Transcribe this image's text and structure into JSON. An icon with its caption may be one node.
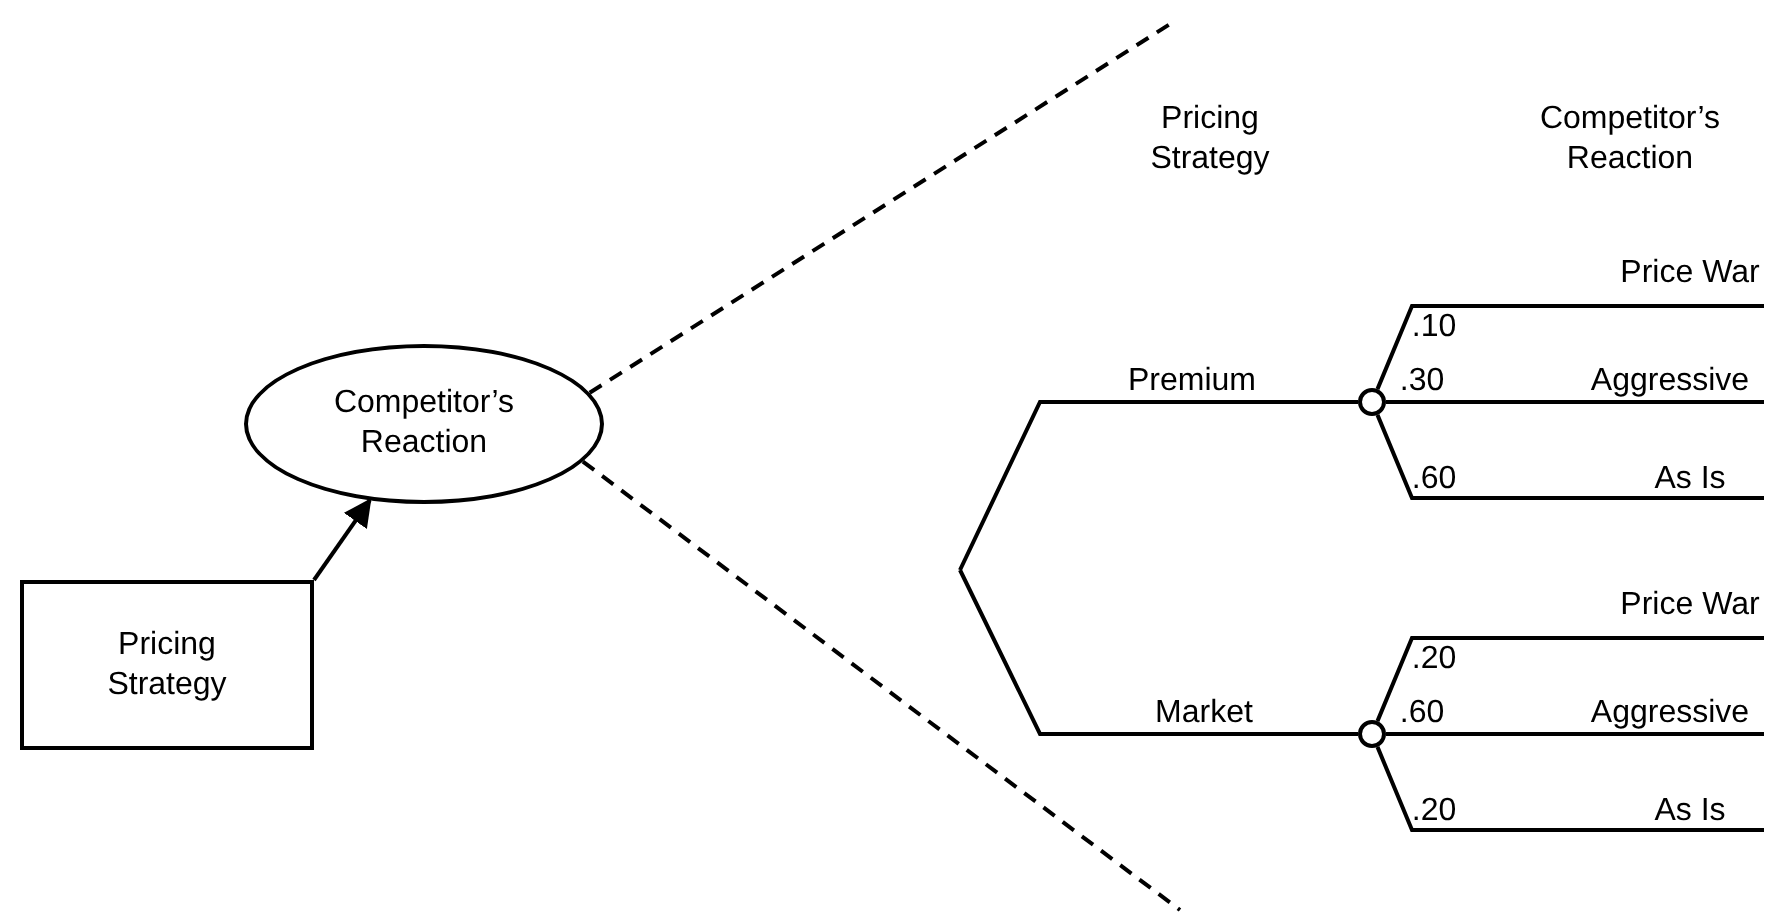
{
  "diagram": {
    "nodes": [
      {
        "text": [
          "Pricing Strategy"
        ]
      },
      {
        "text": [
          "Competitor’s Reaction"
        ]
      },
      {
        "text": [],
        "shape": "circle"
      },
      {
        "text": [],
        "shape": "circle"
      }
    ],
    "edges": [
      {
        "from": 0,
        "to": 1,
        "arrow": "to"
      },
      {
        "from": 1,
        "to": null,
        "arrow": "none",
        "style": "dashed"
      },
      {
        "from": 1,
        "to": null,
        "arrow": "none",
        "style": "dashed"
      },
      {
        "from": null,
        "to": 2,
        "arrow": "none",
        "label": "Premium"
      },
      {
        "from": null,
        "to": 3,
        "arrow": "none",
        "label": "Market"
      },
      {
        "from": 2,
        "to": null,
        "arrow": "none",
        "label": "Price War"
      },
      {
        "from": 2,
        "to": null,
        "arrow": "none",
        "label": "Aggressive"
      },
      {
        "from": 2,
        "to": null,
        "arrow": "none",
        "label": "As Is"
      },
      {
        "from": 3,
        "to": null,
        "arrow": "none",
        "label": "Price War"
      },
      {
        "from": 3,
        "to": null,
        "arrow": "none",
        "label": "Aggressive"
      },
      {
        "from": 3,
        "to": null,
        "arrow": "none",
        "label": "As Is"
      }
    ],
    "labels": [
      "Pricing Strategy",
      "Competitor’s Reaction",
      ".10",
      ".30",
      ".60",
      ".20",
      ".60",
      ".20"
    ]
  }
}
